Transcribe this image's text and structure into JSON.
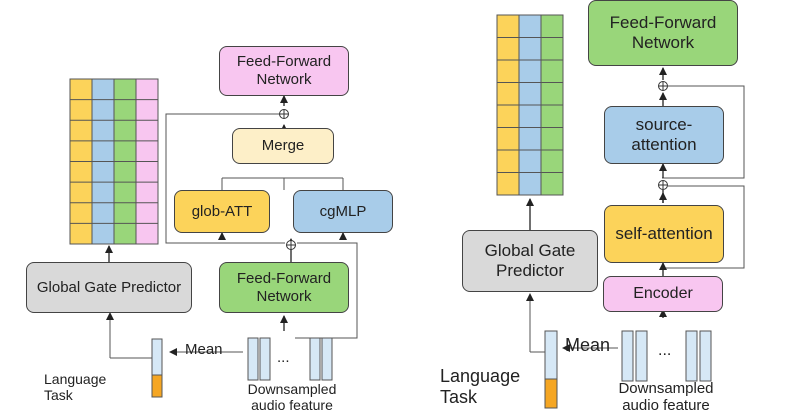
{
  "left": {
    "ffn_top": "Feed-Forward Network",
    "merge": "Merge",
    "glob_att": "glob-ATT",
    "cgmlp": "cgMLP",
    "ffn_bottom": "Feed-Forward Network",
    "gate": "Global Gate Predictor",
    "mean": "Mean",
    "ellipsis": "...",
    "language_task": "Language Task",
    "downsampled": "Downsampled audio feature"
  },
  "right": {
    "ffn": "Feed-Forward Network",
    "source_attention": "source-attention",
    "self_attention": "self-attention",
    "encoder": "Encoder",
    "gate": "Global Gate Predictor",
    "mean": "Mean",
    "ellipsis": "...",
    "language_task": "Language Task",
    "downsampled": "Downsampled audio feature"
  },
  "colors": {
    "yellow": "#fcd35a",
    "blue": "#a8cce9",
    "green": "#99d67a",
    "pink": "#f8c6f0",
    "cream": "#fdefc8",
    "gray": "#d9d9d9",
    "orange": "#f5a623",
    "feature": "#d6e8f6"
  }
}
